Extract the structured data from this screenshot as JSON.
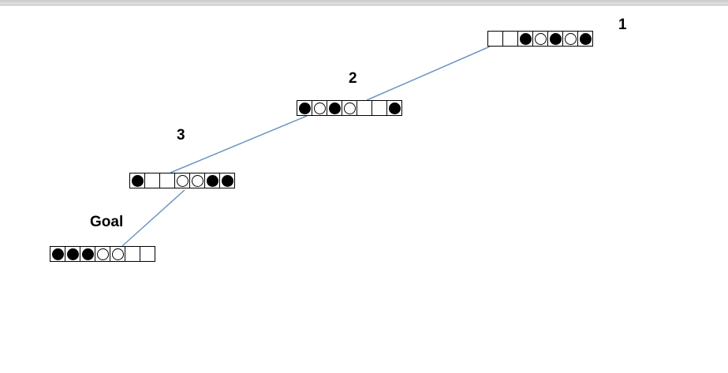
{
  "diagram": {
    "states": [
      {
        "label": "1",
        "cells": [
          "empty",
          "empty",
          "black",
          "white",
          "black",
          "white",
          "black"
        ]
      },
      {
        "label": "2",
        "cells": [
          "black",
          "white",
          "black",
          "white",
          "empty",
          "empty",
          "black"
        ]
      },
      {
        "label": "3",
        "cells": [
          "black",
          "empty",
          "empty",
          "white",
          "white",
          "black",
          "black"
        ]
      },
      {
        "label": "Goal",
        "cells": [
          "black",
          "black",
          "black",
          "white",
          "white",
          "empty",
          "empty"
        ]
      }
    ],
    "edges": [
      [
        "1",
        "2"
      ],
      [
        "2",
        "3"
      ],
      [
        "3",
        "Goal"
      ]
    ],
    "colors": {
      "line": "#6f94c2",
      "disc_black": "#000000",
      "disc_white": "#ffffff"
    }
  }
}
